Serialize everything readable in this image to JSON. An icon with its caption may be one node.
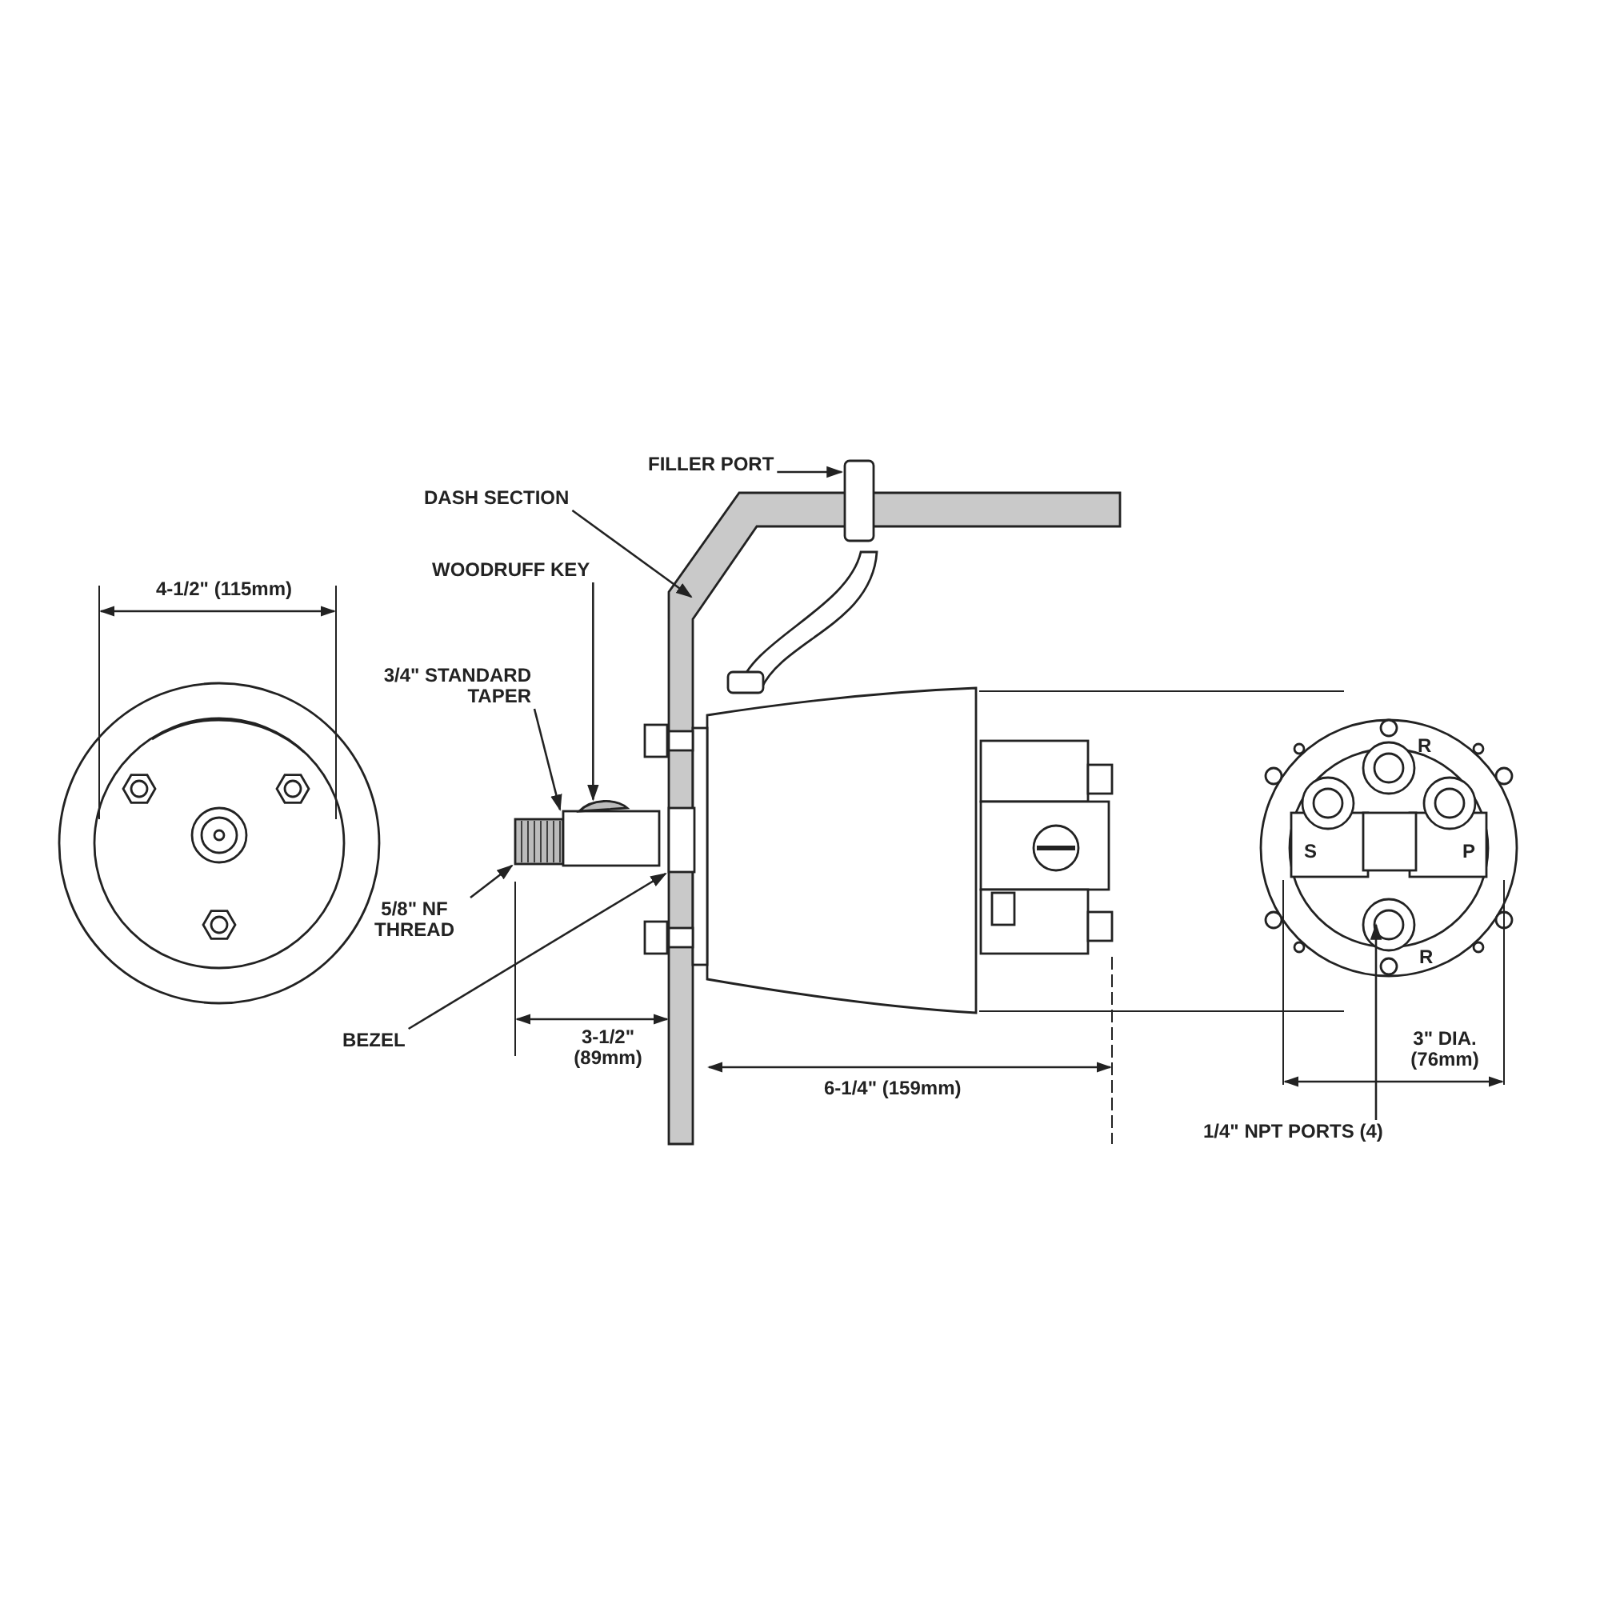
{
  "diagram": {
    "nodes": [
      {
        "text": [
          "FILLER PORT"
        ]
      },
      {
        "text": [
          "DASH SECTION"
        ]
      },
      {
        "text": [
          "WOODRUFF KEY"
        ]
      },
      {
        "text": [
          "3/4\" STANDARD TAPER"
        ]
      },
      {
        "text": [
          "5/8\" NF THREAD"
        ]
      },
      {
        "text": [
          "BEZEL"
        ]
      },
      {
        "text": [
          "1/4\" NPT PORTS (4)"
        ]
      },
      {
        "text": [],
        "shape": "picture"
      },
      {
        "text": [],
        "shape": "box"
      },
      {
        "text": [],
        "shape": "picture"
      },
      {
        "text": [],
        "shape": "box"
      }
    ],
    "edges": [
      {
        "from": 0,
        "to": null,
        "arrow": "to"
      },
      {
        "from": 1,
        "to": null,
        "arrow": "to"
      },
      {
        "from": 2,
        "to": 9,
        "arrow": "to"
      },
      {
        "from": 3,
        "to": 8,
        "arrow": "to"
      },
      {
        "from": 4,
        "to": 7,
        "arrow": "to"
      },
      {
        "from": 5,
        "to": 10,
        "arrow": "to"
      },
      {
        "from": 6,
        "to": null,
        "arrow": "to"
      }
    ],
    "labels": [
      "4-1/2\" (115mm)",
      "R",
      "S",
      "P",
      "R",
      "3-1/2\" (89mm)",
      "6-1/4\" (159mm)",
      "3\" DIA. (76mm)"
    ]
  }
}
